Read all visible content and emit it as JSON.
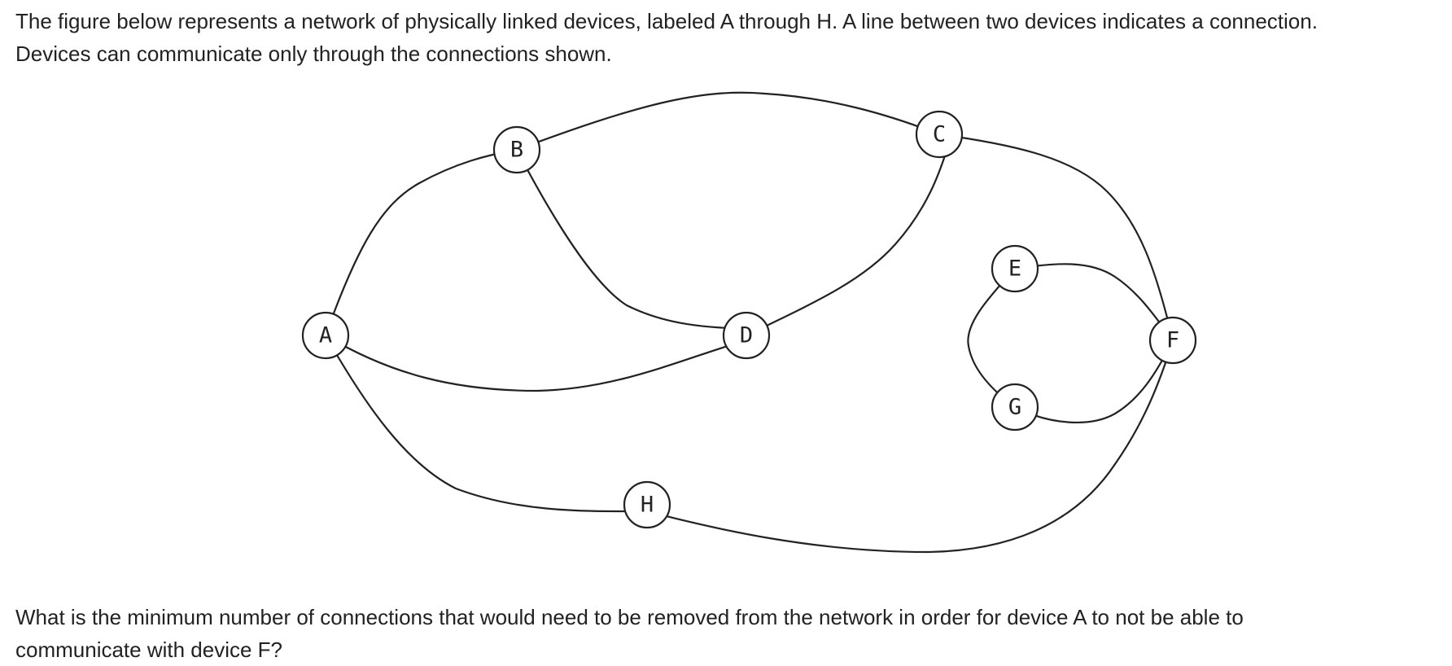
{
  "text": {
    "intro_line1": "The figure below represents a network of physically linked devices, labeled A through H. A line between two devices indicates a connection.",
    "intro_line2": "Devices can communicate only through the connections shown.",
    "question_line1": "What is the minimum number of connections that would need to be removed from the network in order for device A to not be able to",
    "question_line2": "communicate with device F?"
  },
  "network": {
    "nodes": [
      {
        "id": "A",
        "label": "A"
      },
      {
        "id": "B",
        "label": "B"
      },
      {
        "id": "C",
        "label": "C"
      },
      {
        "id": "D",
        "label": "D"
      },
      {
        "id": "E",
        "label": "E"
      },
      {
        "id": "F",
        "label": "F"
      },
      {
        "id": "G",
        "label": "G"
      },
      {
        "id": "H",
        "label": "H"
      }
    ],
    "edges": [
      {
        "from": "A",
        "to": "B"
      },
      {
        "from": "B",
        "to": "C"
      },
      {
        "from": "B",
        "to": "D"
      },
      {
        "from": "A",
        "to": "D"
      },
      {
        "from": "C",
        "to": "D"
      },
      {
        "from": "C",
        "to": "F"
      },
      {
        "from": "E",
        "to": "F"
      },
      {
        "from": "E",
        "to": "G"
      },
      {
        "from": "G",
        "to": "F"
      },
      {
        "from": "A",
        "to": "H"
      },
      {
        "from": "H",
        "to": "F"
      }
    ]
  }
}
